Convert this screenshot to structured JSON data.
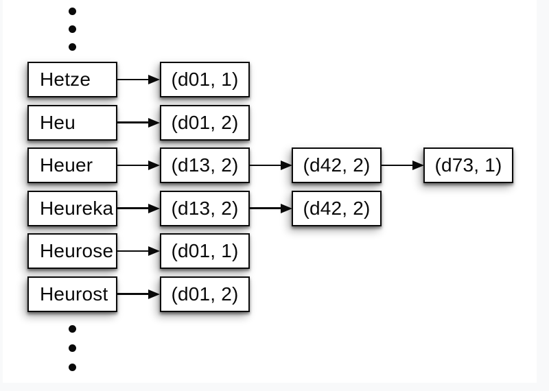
{
  "background": {
    "outer": "#f8f9fa",
    "card": "#ffffff"
  },
  "colors": {
    "box_fill": "#ffffff",
    "box_border": "#0a0a0a",
    "text": "#0a0a0a",
    "arrow": "#0a0a0a",
    "dot": "#0a0a0a"
  },
  "index": {
    "top_ellipsis_dots": 3,
    "bottom_ellipsis_dots": 3,
    "rows": [
      {
        "term": "Hetze",
        "postings": [
          "(d01, 1)"
        ]
      },
      {
        "term": "Heu",
        "postings": [
          "(d01, 2)"
        ]
      },
      {
        "term": "Heuer",
        "postings": [
          "(d13, 2)",
          "(d42, 2)",
          "(d73, 1)"
        ]
      },
      {
        "term": "Heureka",
        "postings": [
          "(d13, 2)",
          "(d42, 2)"
        ]
      },
      {
        "term": "Heurose",
        "postings": [
          "(d01, 1)"
        ]
      },
      {
        "term": "Heurost",
        "postings": [
          "(d01, 2)"
        ]
      }
    ]
  }
}
